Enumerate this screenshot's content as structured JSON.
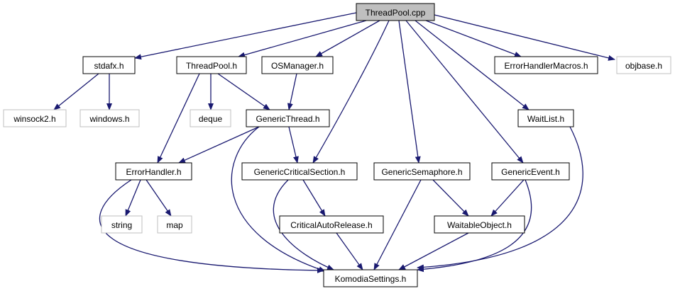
{
  "colors": {
    "edge": "#191970",
    "node_border": "#000000",
    "external_border": "#bfbfbf",
    "root_fill": "#bfbfbf",
    "node_fill": "#ffffff",
    "text": "#000000",
    "external_text": "#000000"
  },
  "nodes": [
    {
      "id": "root",
      "label": "ThreadPool.cpp",
      "kind": "root"
    },
    {
      "id": "stdafx",
      "label": "stdafx.h",
      "kind": "local"
    },
    {
      "id": "threadpoolh",
      "label": "ThreadPool.h",
      "kind": "local"
    },
    {
      "id": "osmanager",
      "label": "OSManager.h",
      "kind": "local"
    },
    {
      "id": "errmacros",
      "label": "ErrorHandlerMacros.h",
      "kind": "local"
    },
    {
      "id": "objbase",
      "label": "objbase.h",
      "kind": "external"
    },
    {
      "id": "winsock2",
      "label": "winsock2.h",
      "kind": "external"
    },
    {
      "id": "windows",
      "label": "windows.h",
      "kind": "external"
    },
    {
      "id": "deque",
      "label": "deque",
      "kind": "external"
    },
    {
      "id": "genthread",
      "label": "GenericThread.h",
      "kind": "local"
    },
    {
      "id": "waitlist",
      "label": "WaitList.h",
      "kind": "local"
    },
    {
      "id": "errhandler",
      "label": "ErrorHandler.h",
      "kind": "local"
    },
    {
      "id": "gencrit",
      "label": "GenericCriticalSection.h",
      "kind": "local"
    },
    {
      "id": "gensem",
      "label": "GenericSemaphore.h",
      "kind": "local"
    },
    {
      "id": "genevent",
      "label": "GenericEvent.h",
      "kind": "local"
    },
    {
      "id": "string",
      "label": "string",
      "kind": "external"
    },
    {
      "id": "map",
      "label": "map",
      "kind": "external"
    },
    {
      "id": "critauto",
      "label": "CriticalAutoRelease.h",
      "kind": "local"
    },
    {
      "id": "waitable",
      "label": "WaitableObject.h",
      "kind": "local"
    },
    {
      "id": "komodia",
      "label": "KomodiaSettings.h",
      "kind": "local"
    }
  ],
  "edges": [
    {
      "from": "root",
      "to": "stdafx"
    },
    {
      "from": "root",
      "to": "threadpoolh"
    },
    {
      "from": "root",
      "to": "osmanager"
    },
    {
      "from": "root",
      "to": "gencrit"
    },
    {
      "from": "root",
      "to": "gensem"
    },
    {
      "from": "root",
      "to": "genevent"
    },
    {
      "from": "root",
      "to": "waitlist"
    },
    {
      "from": "root",
      "to": "errmacros"
    },
    {
      "from": "root",
      "to": "objbase"
    },
    {
      "from": "stdafx",
      "to": "winsock2"
    },
    {
      "from": "stdafx",
      "to": "windows"
    },
    {
      "from": "threadpoolh",
      "to": "errhandler"
    },
    {
      "from": "threadpoolh",
      "to": "deque"
    },
    {
      "from": "threadpoolh",
      "to": "genthread"
    },
    {
      "from": "osmanager",
      "to": "genthread"
    },
    {
      "from": "genthread",
      "to": "errhandler"
    },
    {
      "from": "genthread",
      "to": "gencrit"
    },
    {
      "from": "genthread",
      "to": "komodia"
    },
    {
      "from": "errhandler",
      "to": "string"
    },
    {
      "from": "errhandler",
      "to": "map"
    },
    {
      "from": "errhandler",
      "to": "komodia"
    },
    {
      "from": "gencrit",
      "to": "critauto"
    },
    {
      "from": "gencrit",
      "to": "komodia"
    },
    {
      "from": "critauto",
      "to": "komodia"
    },
    {
      "from": "gensem",
      "to": "waitable"
    },
    {
      "from": "gensem",
      "to": "komodia"
    },
    {
      "from": "genevent",
      "to": "waitable"
    },
    {
      "from": "genevent",
      "to": "komodia"
    },
    {
      "from": "waitable",
      "to": "komodia"
    },
    {
      "from": "waitlist",
      "to": "komodia"
    }
  ]
}
